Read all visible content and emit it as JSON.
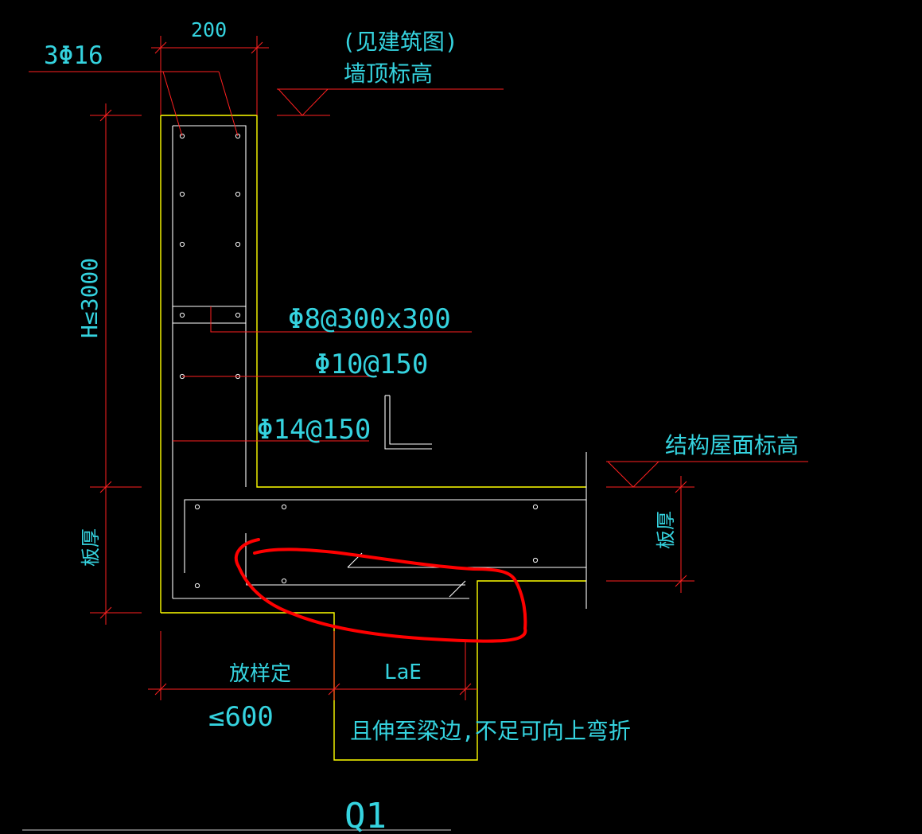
{
  "drawing": {
    "title": "Q1",
    "colors": {
      "background": "#000000",
      "outline": "#ffff00",
      "rebar": "#ffffff",
      "dimension": "#ff2020",
      "text": "#35d3df",
      "markup": "#ff0000"
    },
    "labels": {
      "top_rebar": "3Φ16",
      "top_width": "200",
      "wall_top_note": "(见建筑图)",
      "wall_top_elev": "墙顶标高",
      "height": "H≤3000",
      "tie_bar": "Φ8@300x300",
      "horizontal_bar": "Φ10@150",
      "vertical_bar": "Φ14@150",
      "roof_elev": "结构屋面标高",
      "slab_thickness_left": "板厚",
      "slab_thickness_right": "板厚",
      "setout": "放样定",
      "length_limit": "≤600",
      "anchorage": "LaE",
      "anchorage_note": "且伸至梁边,不足可向上弯折"
    }
  }
}
